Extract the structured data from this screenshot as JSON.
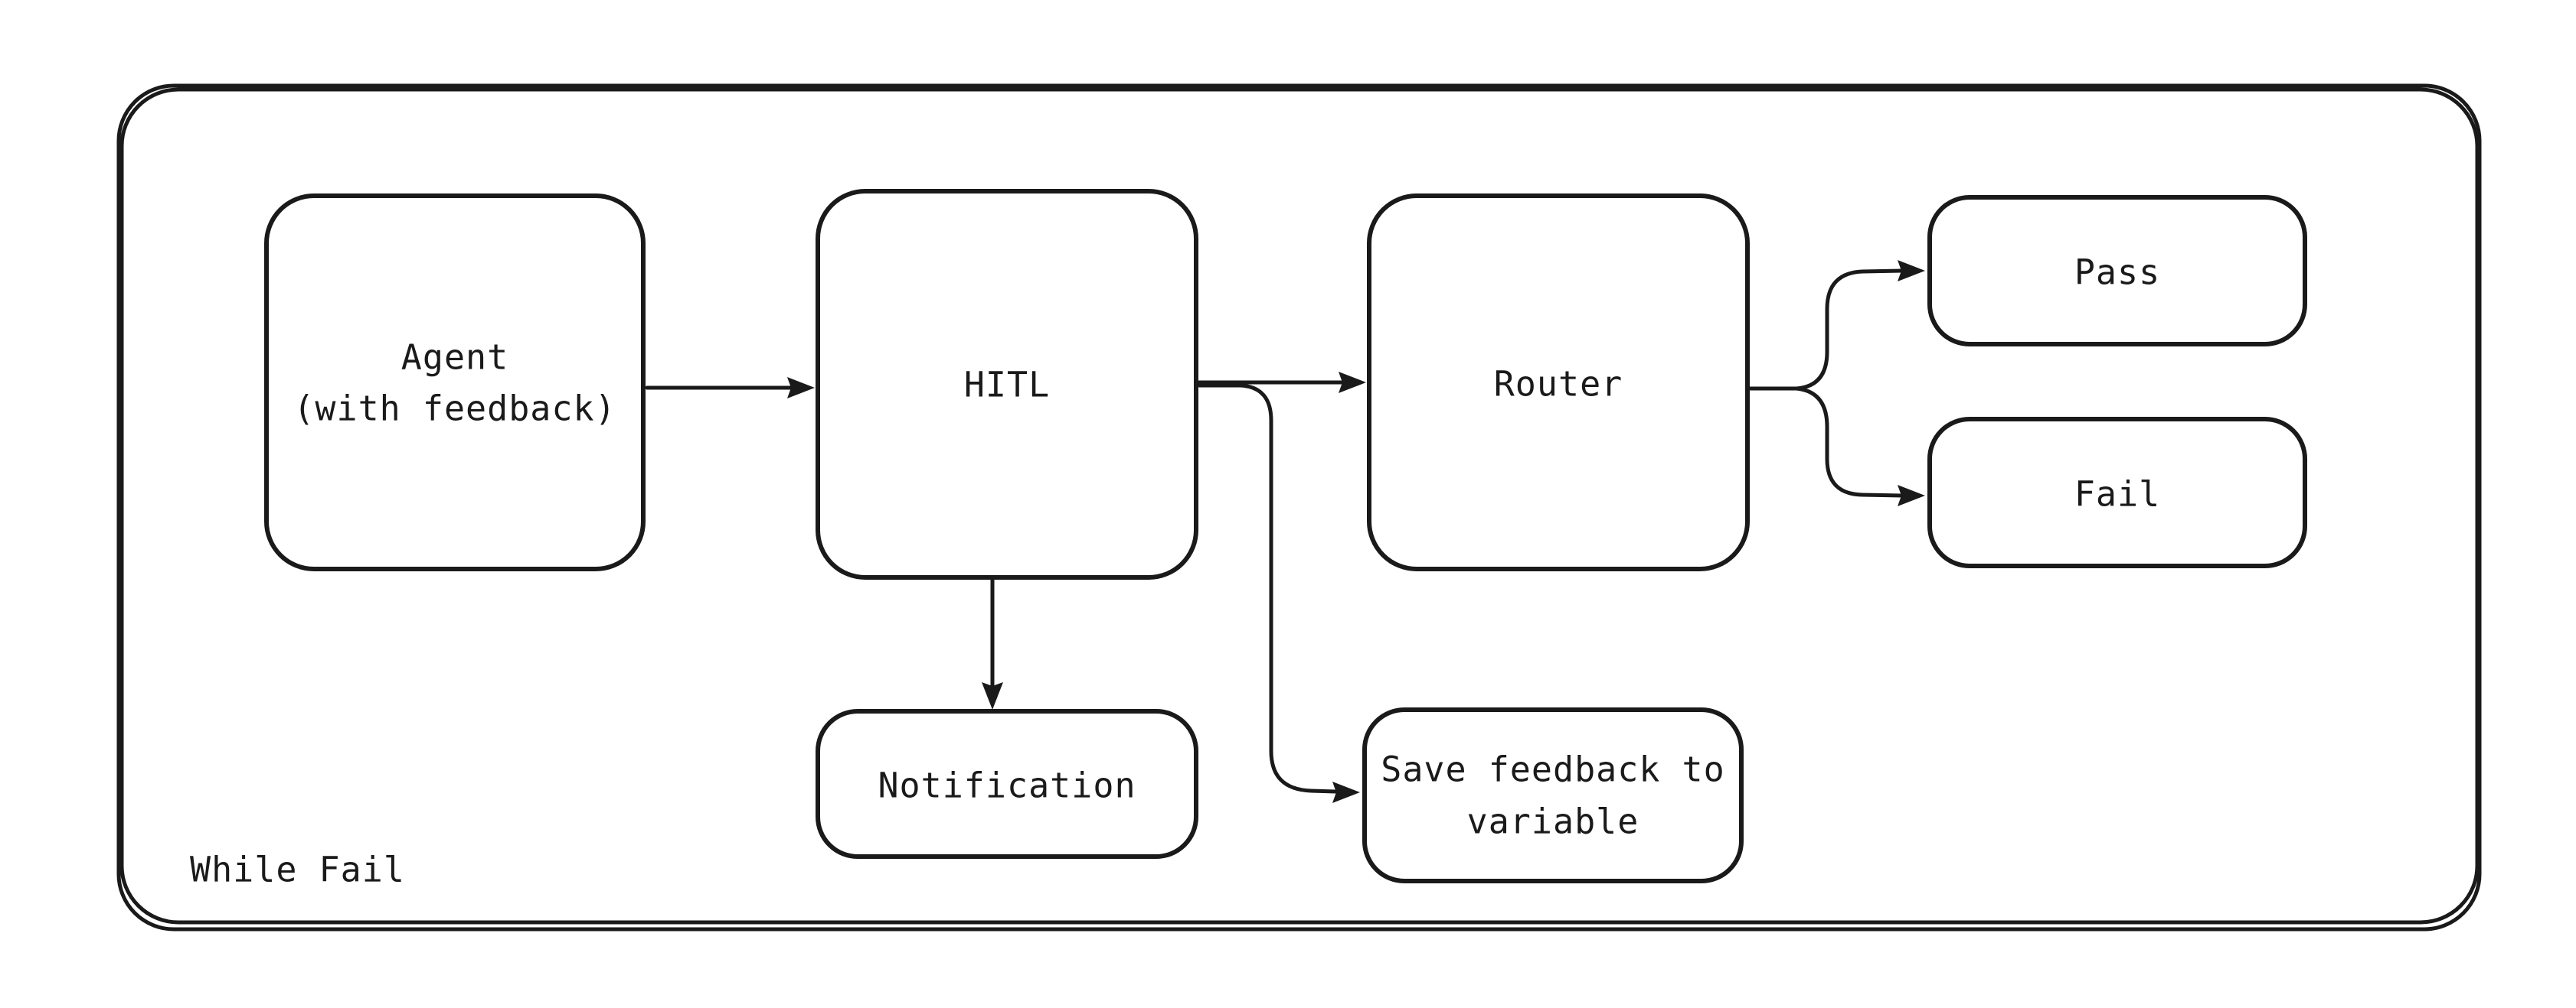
{
  "diagram": {
    "background": "#ffffff",
    "stroke_color": "#1a1a1a",
    "container": {
      "label": "While Fail"
    },
    "nodes": {
      "agent": {
        "lines": [
          "Agent",
          "(with feedback)"
        ]
      },
      "hitl": {
        "label": "HITL"
      },
      "router": {
        "label": "Router"
      },
      "pass": {
        "label": "Pass"
      },
      "fail": {
        "label": "Fail"
      },
      "notification": {
        "label": "Notification"
      },
      "save_feedback": {
        "lines": [
          "Save feedback to",
          "variable"
        ]
      }
    },
    "edges": [
      {
        "from": "Agent (with feedback)",
        "to": "HITL"
      },
      {
        "from": "HITL",
        "to": "Router"
      },
      {
        "from": "HITL",
        "to": "Notification"
      },
      {
        "from": "HITL",
        "to": "Save feedback to variable"
      },
      {
        "from": "Router",
        "to": "Pass"
      },
      {
        "from": "Router",
        "to": "Fail"
      }
    ]
  }
}
